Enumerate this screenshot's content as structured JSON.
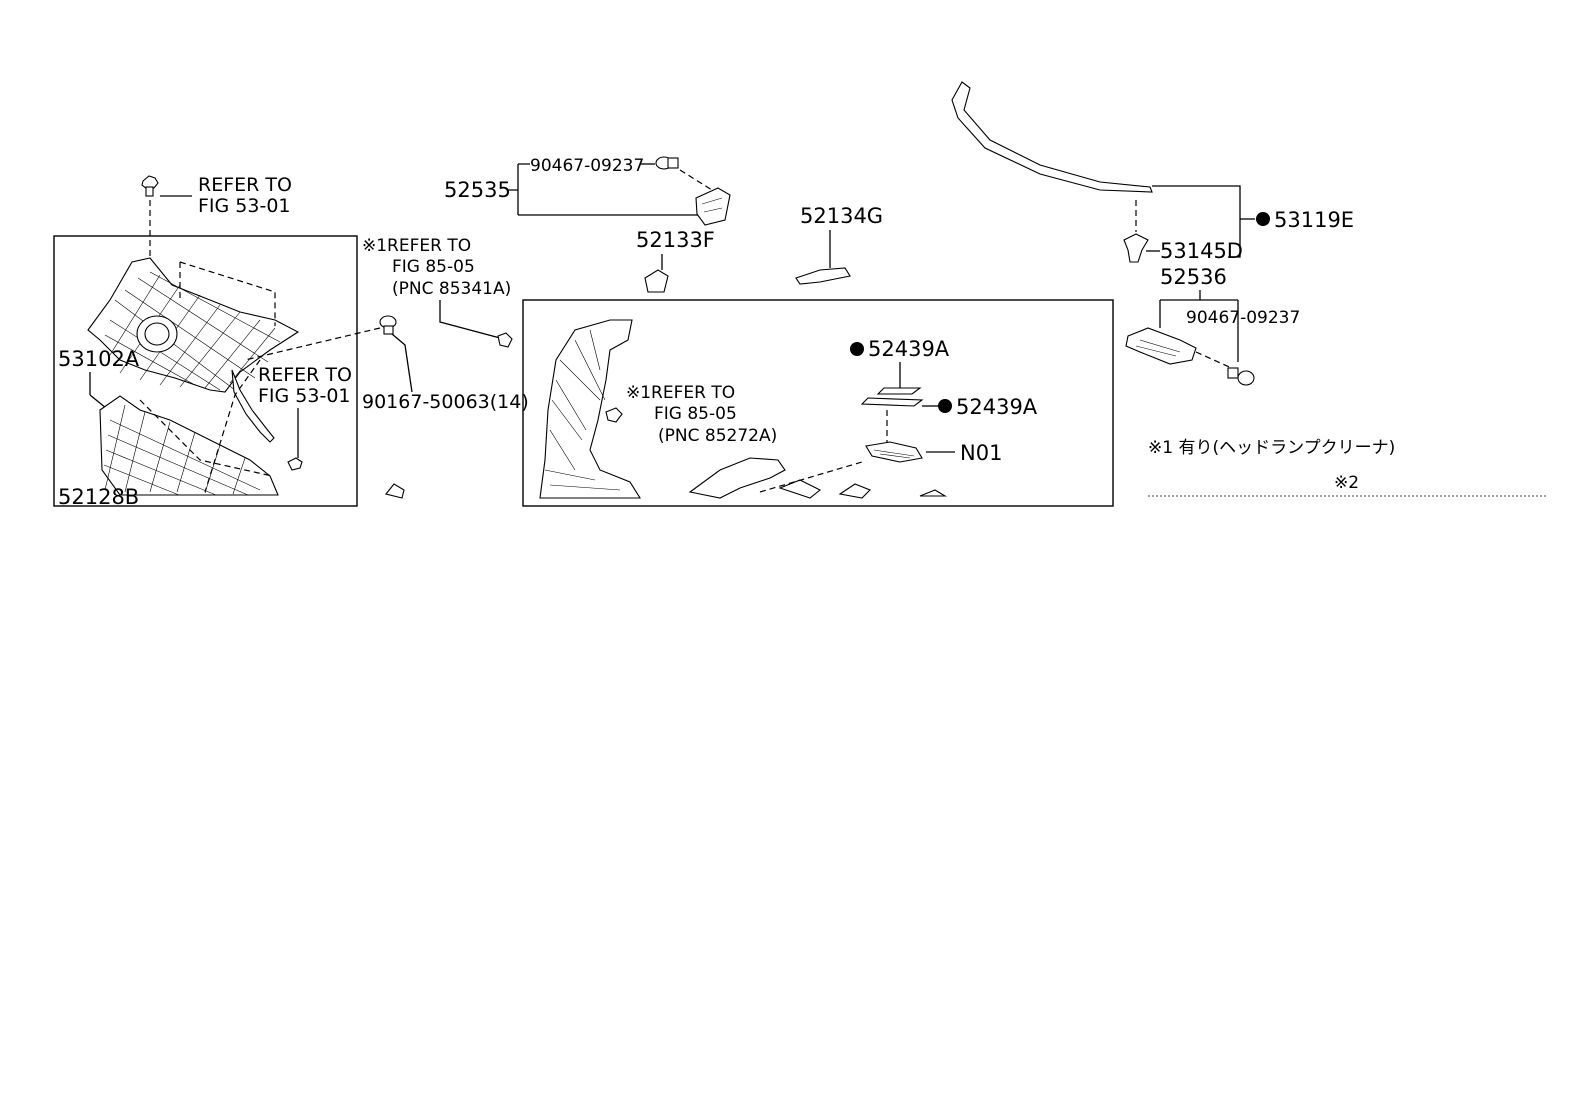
{
  "labels": {
    "refer_top": [
      "REFER TO",
      "FIG 53-01"
    ],
    "refer_1": [
      "※1REFER TO",
      "FIG 85-05",
      "(PNC 85341A)"
    ],
    "refer_mid": [
      "REFER TO",
      "FIG 53-01"
    ],
    "refer_2": [
      "※1REFER TO",
      "FIG 85-05",
      "(PNC 85272A)"
    ],
    "p_52535": "52535",
    "p_90467_a": "90467-09237",
    "p_52133F": "52133F",
    "p_52134G": "52134G",
    "p_53119E": "53119E",
    "p_53145D": "53145D",
    "p_52536": "52536",
    "p_90467_b": "90467-09237",
    "p_53102A": "53102A",
    "p_90167": "90167-50063(14)",
    "p_52439A_1": "52439A",
    "p_52439A_2": "52439A",
    "p_N01": "N01",
    "p_52128B": "52128B"
  },
  "notes": {
    "note_1": "※1 有り(ヘッドランプクリーナ)",
    "note_2": "※2"
  }
}
